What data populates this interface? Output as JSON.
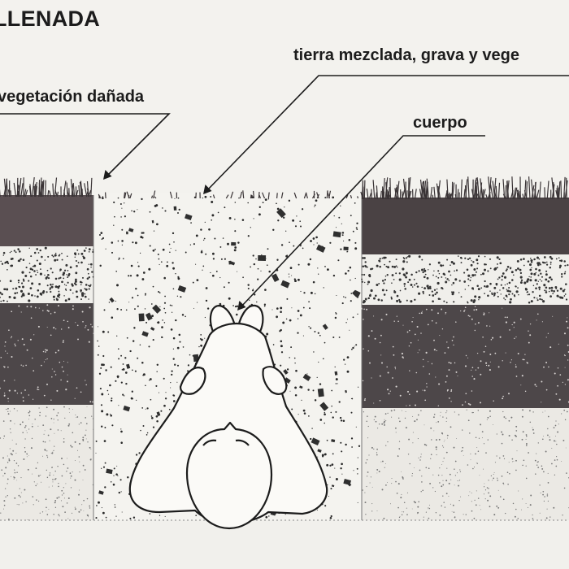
{
  "title": "LLENADA",
  "labels": {
    "damaged_vegetation": "vegetación dañada",
    "mixed_fill": "tierra mezclada, grava y vege",
    "body": "cuerpo"
  },
  "colors": {
    "paper": "#f3f2ee",
    "ink": "#1c1c1c",
    "vegetation_band": "#5a4f52",
    "dark_soil": "#4d4749",
    "speckle": "#2a2a2a"
  }
}
